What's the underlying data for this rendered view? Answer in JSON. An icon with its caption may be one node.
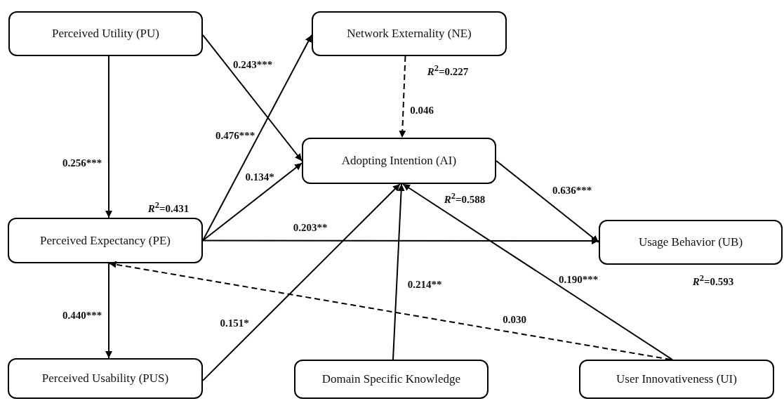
{
  "diagram": {
    "nodes": [
      {
        "text": [
          "Perceived Utility (PU)"
        ]
      },
      {
        "text": [
          "Network Externality (NE)"
        ],
        "beside": [
          "*R*$^{2}$=0.227"
        ]
      },
      {
        "text": [
          "Adopting Intention (AI)"
        ],
        "beside": [
          "*R*$^{2}$=0.588"
        ]
      },
      {
        "text": [
          "Perceived Expectancy (PE)"
        ],
        "beside": [
          "*R*$^{2}$=0.431"
        ]
      },
      {
        "text": [
          "Usage Behavior (UB)"
        ],
        "beside": [
          "*R*$^{2}$=0.593"
        ]
      },
      {
        "text": [
          "Perceived Usability (PUS)"
        ]
      },
      {
        "text": [
          "Domain Specific Knowledge"
        ]
      },
      {
        "text": [
          "User Innovativeness (UI)"
        ]
      }
    ],
    "edges": [
      {
        "from": 0,
        "to": 3,
        "arrow": "to",
        "label": "0.256***"
      },
      {
        "from": 0,
        "to": 2,
        "arrow": "to",
        "label": "0.243***"
      },
      {
        "from": 3,
        "to": 1,
        "arrow": "to",
        "label": "0.476***"
      },
      {
        "from": 3,
        "to": 2,
        "arrow": "to",
        "label": "0.134*"
      },
      {
        "from": 1,
        "to": 2,
        "arrow": "to",
        "label": "0.046",
        "style": "dashed"
      },
      {
        "from": 2,
        "to": 4,
        "arrow": "to",
        "label": "0.636***"
      },
      {
        "from": 3,
        "to": 4,
        "arrow": "to",
        "label": "0.203**"
      },
      {
        "from": 3,
        "to": 5,
        "arrow": "to",
        "label": "0.440***"
      },
      {
        "from": 5,
        "to": 2,
        "arrow": "to",
        "label": "0.151*"
      },
      {
        "from": 6,
        "to": 2,
        "arrow": "to",
        "label": "0.214**"
      },
      {
        "from": 7,
        "to": 2,
        "arrow": "to",
        "label": "0.190***"
      },
      {
        "from": 7,
        "to": 3,
        "arrow": "to",
        "label": "0.030",
        "style": "dashed"
      }
    ]
  }
}
